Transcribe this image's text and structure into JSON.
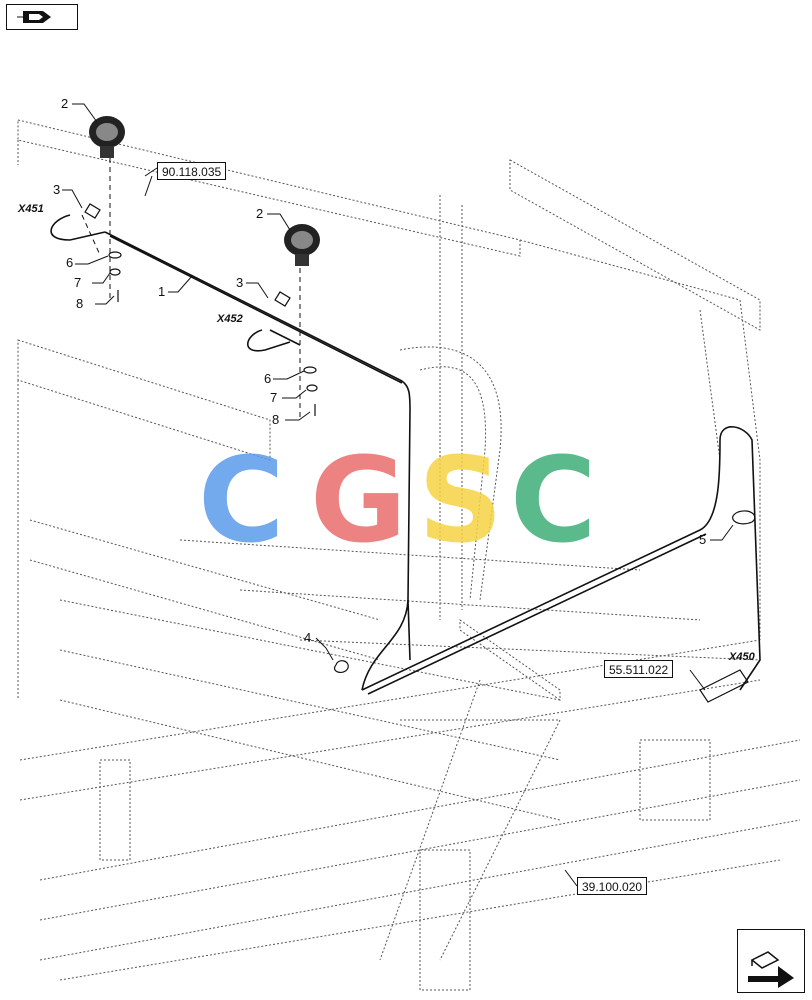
{
  "diagram": {
    "reference_boxes": {
      "upper_left": "90.118.035",
      "right": "55.511.022",
      "bottom": "39.100.020"
    },
    "connectors": {
      "x451": "X451",
      "x452": "X452",
      "x450": "X450"
    },
    "callouts": {
      "item1": "1",
      "item2_left": "2",
      "item2_right": "2",
      "item3_left": "3",
      "item3_right": "3",
      "item4": "4",
      "item5": "5",
      "item6_left": "6",
      "item6_right": "6",
      "item7_left": "7",
      "item7_right": "7",
      "item8_left": "8",
      "item8_right": "8"
    },
    "icons": {
      "top_left": "previous-page-icon",
      "bottom_right": "next-page-icon"
    },
    "watermark": {
      "letters": [
        "C",
        "G",
        "S",
        "C"
      ],
      "colors": [
        "#5b9bea",
        "#ea6d6d",
        "#f5d342",
        "#3fae79"
      ]
    },
    "line_color": "#111111"
  }
}
